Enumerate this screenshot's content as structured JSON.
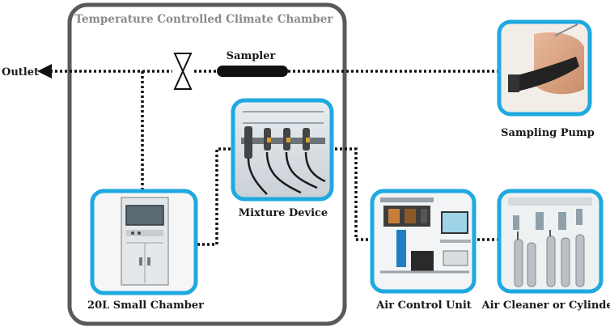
{
  "title": "Temperature Controlled Climate Chamber",
  "labels": {
    "outlet": "Outlet",
    "sampler": "Sampler",
    "sampling_pump": "Sampling Pump",
    "mixture_device": "Mixture Device",
    "small_chamber": "20L Small Chamber",
    "air_control_unit": "Air Control Unit",
    "air_cleaner": "Air Cleaner or Cylinder"
  },
  "colors": {
    "frame": "#5a5a5a",
    "photo_border": "#1ea9e1",
    "line": "#111111"
  },
  "icons": {
    "valve": "valve-icon",
    "arrow": "arrow-left-icon"
  }
}
